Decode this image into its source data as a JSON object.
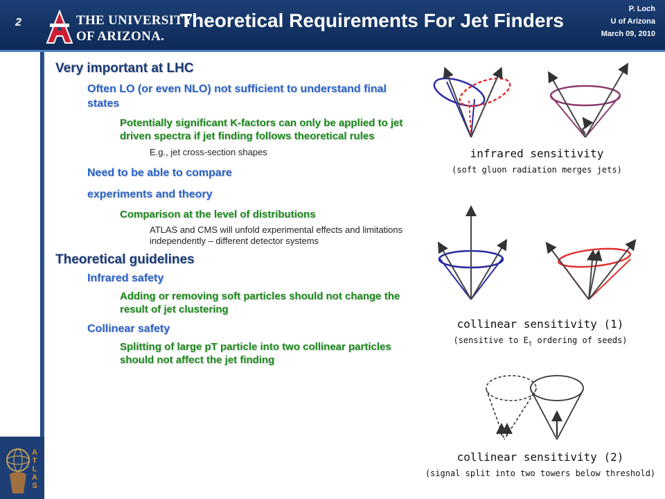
{
  "header": {
    "slide_number": "2",
    "logo_line1": "THE UNIVERSITY",
    "logo_line2": "OF ARIZONA.",
    "logo_letter": "A",
    "title": "Theoretical Requirements For Jet Finders",
    "author": "P. Loch",
    "affiliation": "U of Arizona",
    "date": "March 09, 2010"
  },
  "body": {
    "s1_heading": "Very important at LHC",
    "s1_b1": "Often LO (or even NLO) not sufficient to understand final states",
    "s1_b1_sub1": "Potentially significant K-factors can only be applied to jet driven spectra if jet finding follows theoretical rules",
    "s1_b1_sub1_sub": "E.g., jet cross-section shapes",
    "s1_b2a": "Need to be able to compare",
    "s1_b2b": "experiments and theory",
    "s1_b2_sub1": "Comparison at the level of distributions",
    "s1_b2_sub1_sub": "ATLAS and CMS will unfold experimental effects and limitations independently – different detector systems",
    "s2_heading": "Theoretical guidelines",
    "s2_b1": "Infrared safety",
    "s2_b1_sub": "Adding or removing soft particles should not change the result of jet clustering",
    "s2_b2": "Collinear safety",
    "s2_b2_sub": "Splitting of large pT particle into two collinear particles should not affect the jet finding"
  },
  "figures": {
    "fig1_caption": "infrared sensitivity",
    "fig1_sub": "(soft gluon radiation merges jets)",
    "fig2_caption": "collinear sensitivity (1)",
    "fig2_sub_pre": "(sensitive to E",
    "fig2_sub_subscript": "t",
    "fig2_sub_post": " ordering of seeds)",
    "fig3_caption": "collinear sensitivity (2)",
    "fig3_sub": "(signal split into two towers below threshold)"
  },
  "atlas": {
    "letters": [
      "A",
      "T",
      "L",
      "A",
      "S"
    ]
  },
  "colors": {
    "header_bg": "#1d3f75",
    "level1": "#1a3b78",
    "level2": "#2a63c9",
    "level3": "#1b8a1b",
    "cone_blue": "#2a2aa0",
    "cone_red": "#e03030",
    "cone_purple": "#8b3a6e",
    "atlas_orange": "#e0902a"
  }
}
